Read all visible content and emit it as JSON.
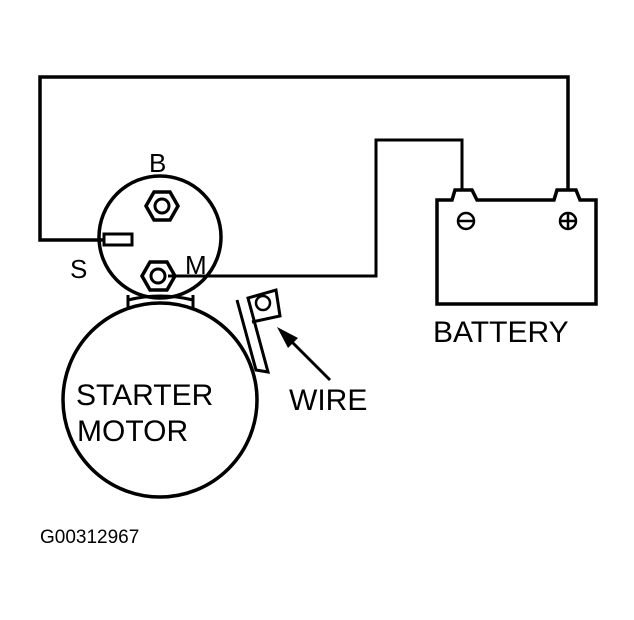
{
  "diagram": {
    "type": "wiring-diagram",
    "colors": {
      "line": "#000000",
      "background": "#ffffff"
    },
    "starter": {
      "label_line1": "STARTER",
      "label_line2": "MOTOR",
      "terminals": {
        "b": "B",
        "s": "S",
        "m": "M"
      }
    },
    "battery": {
      "label": "BATTERY",
      "negative_symbol": "⊖",
      "positive_symbol": "⊕"
    },
    "wire_callout": {
      "label": "WIRE"
    },
    "figure_id": "G00312967"
  }
}
